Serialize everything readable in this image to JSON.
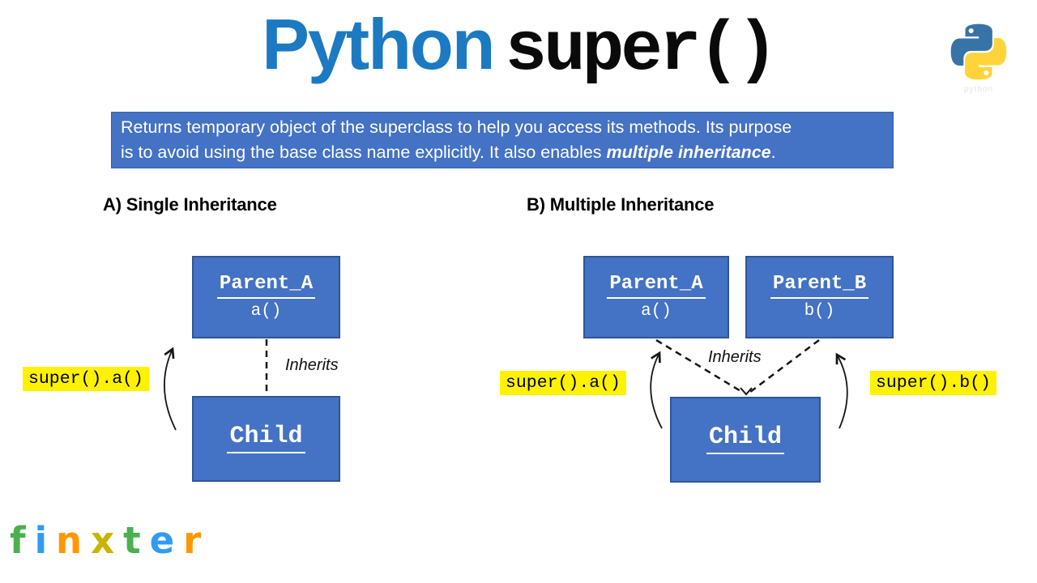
{
  "title": {
    "word_python": "Python",
    "word_super": "super()"
  },
  "python_logo_caption": "python",
  "description": {
    "line1": "Returns temporary object of the superclass to help you access its methods. Its purpose",
    "line2_before": "is to avoid using the base class name explicitly. It also enables ",
    "line2_emphasis": "multiple inheritance",
    "line2_after": "."
  },
  "single": {
    "heading": "A) Single Inheritance",
    "parent_name": "Parent_A",
    "parent_method": "a()",
    "child_name": "Child",
    "inherits": "Inherits",
    "super_call": "super().a()"
  },
  "multiple": {
    "heading": "B) Multiple Inheritance",
    "parent_a_name": "Parent_A",
    "parent_a_method": "a()",
    "parent_b_name": "Parent_B",
    "parent_b_method": "b()",
    "child_name": "Child",
    "inherits": "Inherits",
    "super_call_a": "super().a()",
    "super_call_b": "super().b()"
  },
  "footer": {
    "finxter_letters": [
      {
        "char": "f",
        "color": "#4caf50"
      },
      {
        "char": "i",
        "color": "#2f9bf4"
      },
      {
        "char": "n",
        "color": "#ff9800"
      },
      {
        "char": "x",
        "color": "#c9b400"
      },
      {
        "char": "t",
        "color": "#4caf50"
      },
      {
        "char": "e",
        "color": "#2f9bf4"
      },
      {
        "char": "r",
        "color": "#ff9800"
      }
    ]
  },
  "colors": {
    "title_blue": "#1b7ac2",
    "box_fill": "#4472c4",
    "box_border": "#2f5597",
    "highlight_yellow": "#fff200",
    "python_logo_blue": "#3873a7",
    "python_logo_yellow": "#ffd43b"
  }
}
